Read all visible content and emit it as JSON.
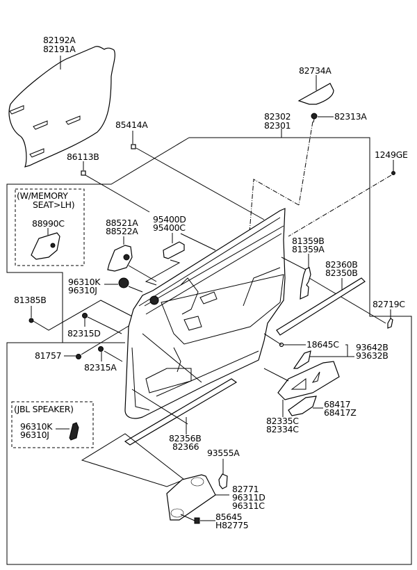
{
  "diagram": {
    "title": "Front Door Trim Panel Parts Diagram",
    "groups": {
      "memory_seat": "(W/MEMORY\nSEAT>LH)",
      "memory_seat_line1": "(W/MEMORY",
      "memory_seat_line2": "SEAT>LH)",
      "jbl_speaker": "(JBL SPEAKER)"
    },
    "labels": [
      {
        "id": "trim-panel-separator",
        "lines": [
          "82192A",
          "82191A"
        ]
      },
      {
        "id": "garnish-upper",
        "lines": [
          "82734A"
        ]
      },
      {
        "id": "screw-top",
        "lines": [
          "82313A"
        ]
      },
      {
        "id": "door-trim-panel",
        "lines": [
          "82302",
          "82301"
        ]
      },
      {
        "id": "clip-85414a",
        "lines": [
          "85414A"
        ]
      },
      {
        "id": "screw-1249ge",
        "lines": [
          "1249GE"
        ]
      },
      {
        "id": "clip-86113b",
        "lines": [
          "86113B"
        ]
      },
      {
        "id": "memory-switch",
        "lines": [
          "88990C"
        ]
      },
      {
        "id": "seat-switch",
        "lines": [
          "88521A",
          "88522A"
        ]
      },
      {
        "id": "courtesy-lamp",
        "lines": [
          "95400D",
          "95400C"
        ]
      },
      {
        "id": "tweeter",
        "lines": [
          "96310K",
          "96310J"
        ]
      },
      {
        "id": "clip-81385b",
        "lines": [
          "81385B"
        ]
      },
      {
        "id": "screw-82315d",
        "lines": [
          "82315D"
        ]
      },
      {
        "id": "bolt-81757",
        "lines": [
          "81757"
        ]
      },
      {
        "id": "screw-82315a",
        "lines": [
          "82315A"
        ]
      },
      {
        "id": "inside-handle-cover",
        "lines": [
          "81359B",
          "81359A"
        ]
      },
      {
        "id": "weatherstrip",
        "lines": [
          "82360B",
          "82350B"
        ]
      },
      {
        "id": "cap-82719c",
        "lines": [
          "82719C"
        ]
      },
      {
        "id": "bulb-18645c",
        "lines": [
          "18645C"
        ]
      },
      {
        "id": "power-window-switch",
        "lines": [
          "93642B",
          "93632B"
        ]
      },
      {
        "id": "armrest-panel",
        "lines": [
          "82335C",
          "82334C"
        ]
      },
      {
        "id": "cover-68417",
        "lines": [
          "68417",
          "68417Z"
        ]
      },
      {
        "id": "moulding-82356b",
        "lines": [
          "82356B",
          "82366"
        ]
      },
      {
        "id": "jbl-tweeter",
        "lines": [
          "96310K",
          "96310J"
        ]
      },
      {
        "id": "switch-93555a",
        "lines": [
          "93555A"
        ]
      },
      {
        "id": "speaker-grille",
        "lines": [
          "82771",
          "96311D",
          "96311C"
        ]
      },
      {
        "id": "pad-85645",
        "lines": [
          "85645",
          "H82775"
        ]
      }
    ]
  }
}
